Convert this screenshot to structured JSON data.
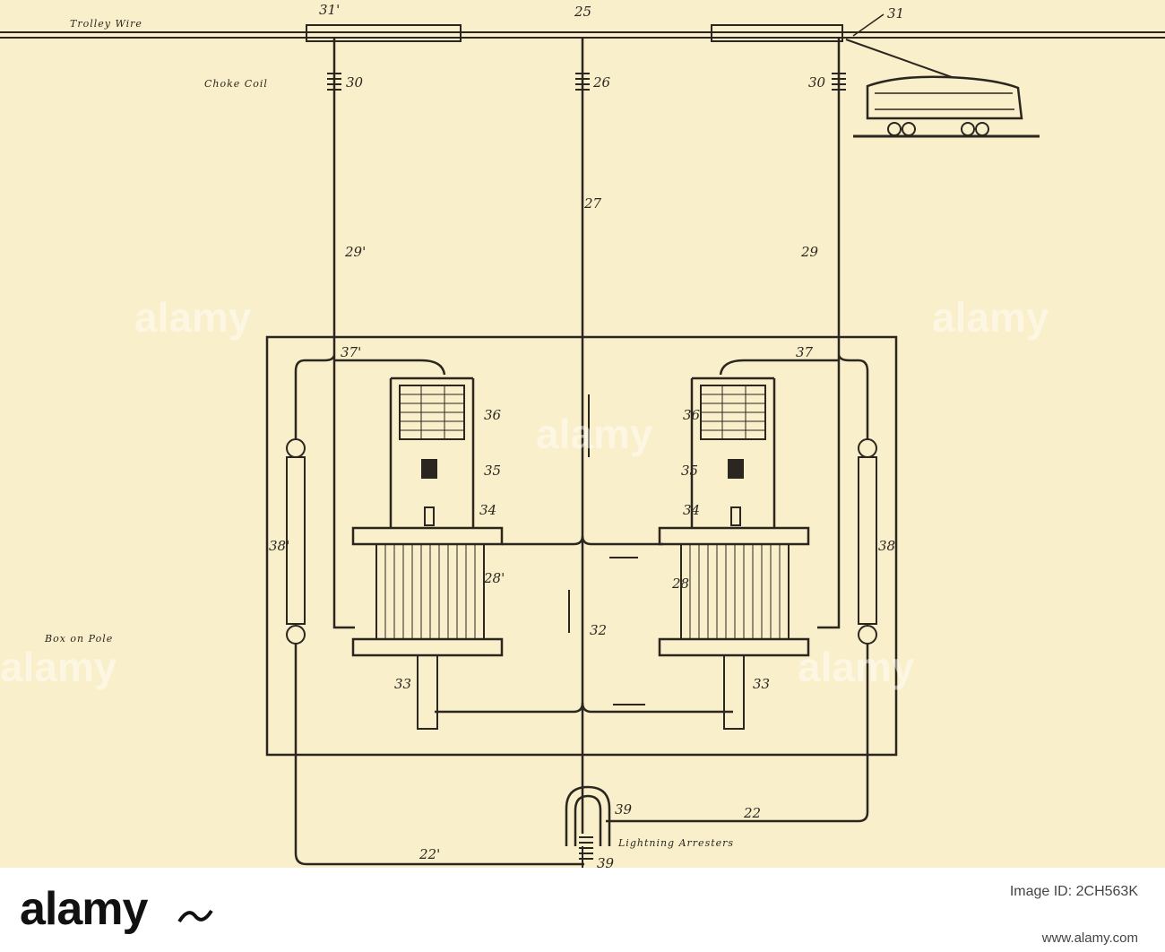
{
  "diagram": {
    "labels": {
      "trolley_wire": "Trolley Wire",
      "choke_coil": "Choke Coil",
      "box_on_pole": "Box on Pole",
      "lightning_arresters": "Lightning Arresters",
      "n31a": "31'",
      "n31b": "31",
      "n25": "25",
      "n30a": "30",
      "n26": "26",
      "n30b": "30",
      "n27": "27",
      "n29a": "29'",
      "n29b": "29",
      "n37a": "37'",
      "n37b": "37",
      "n36a": "36",
      "n36b": "36",
      "n35a": "35",
      "n35b": "35",
      "n34a": "34",
      "n34b": "34",
      "n38a": "38'",
      "n38b": "38",
      "n28a": "28'",
      "n28b": "28",
      "n32": "32",
      "n33a": "33",
      "n33b": "33",
      "n39a": "39",
      "n39b": "39",
      "n22a": "22",
      "n22b": "22'"
    }
  },
  "watermark": {
    "text": "alamy"
  },
  "footer": {
    "brand": "alamy",
    "image_id_label": "Image ID: 2CH563K",
    "url": "www.alamy.com"
  }
}
